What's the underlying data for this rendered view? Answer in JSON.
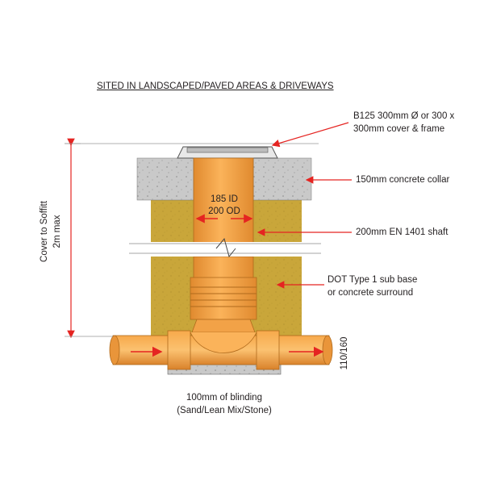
{
  "title": "SITED IN LANDSCAPED/PAVED AREAS & DRIVEWAYS",
  "labels": {
    "cover_frame": [
      "B125 300mm Ø or 300 x",
      "300mm cover & frame"
    ],
    "collar": "150mm concrete collar",
    "shaft": "200mm EN 1401 shaft",
    "surround": [
      "DOT Type 1 sub base",
      "or concrete surround"
    ],
    "blinding": [
      "100mm of blinding",
      "(Sand/Lean Mix/Stone)"
    ],
    "pipe_size": "110/160",
    "cover_to_soffit": [
      "Cover to Soffitt",
      "2m max"
    ],
    "shaft_id": "185 ID",
    "shaft_od": "200 OD"
  },
  "colors": {
    "pipe": "#f5a542",
    "pipe_dark": "#d9822b",
    "concrete": "#c8c8c8",
    "surround": "#c9a73c",
    "arrow": "#e52421",
    "line": "#231f20"
  }
}
